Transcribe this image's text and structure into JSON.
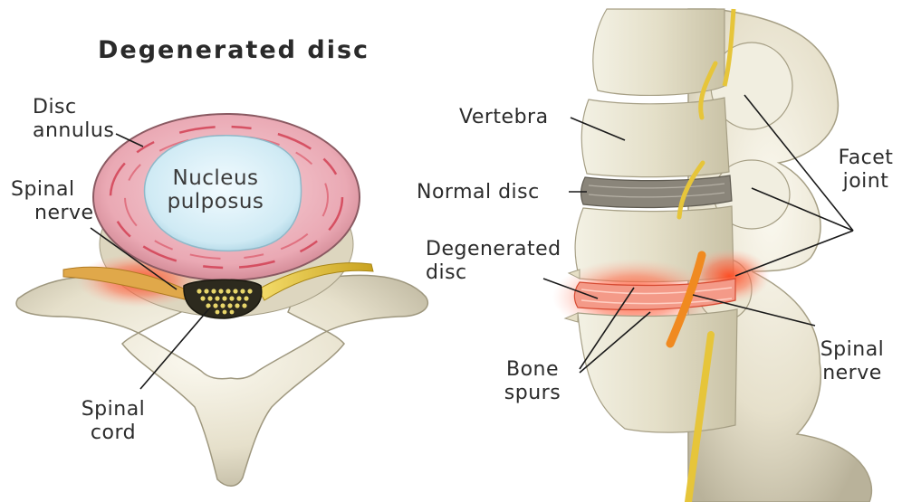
{
  "title": "Degenerated disc",
  "left_labels": {
    "disc_annulus": [
      "Disc",
      "annulus"
    ],
    "nucleus_pulposus": [
      "Nucleus",
      "pulposus"
    ],
    "spinal_nerve": [
      "Spinal",
      "nerve"
    ],
    "spinal_cord": [
      "Spinal",
      "cord"
    ]
  },
  "right_labels": {
    "vertebra": "Vertebra",
    "normal_disc": "Normal disc",
    "degenerated_disc": [
      "Degenerated",
      "disc"
    ],
    "bone_spurs": [
      "Bone",
      "spurs"
    ],
    "facet_joint": [
      "Facet",
      "joint"
    ],
    "spinal_nerve": [
      "Spinal",
      "nerve"
    ]
  },
  "colors": {
    "bone": "#ece7d6",
    "bone_shadow": "#b9b29a",
    "annulus": "#e9a8b2",
    "nucleus": "#d9f0f8",
    "nerve": "#e8c840",
    "inflammation": "#ff3b1f",
    "leader_line": "#1a1a1a"
  }
}
